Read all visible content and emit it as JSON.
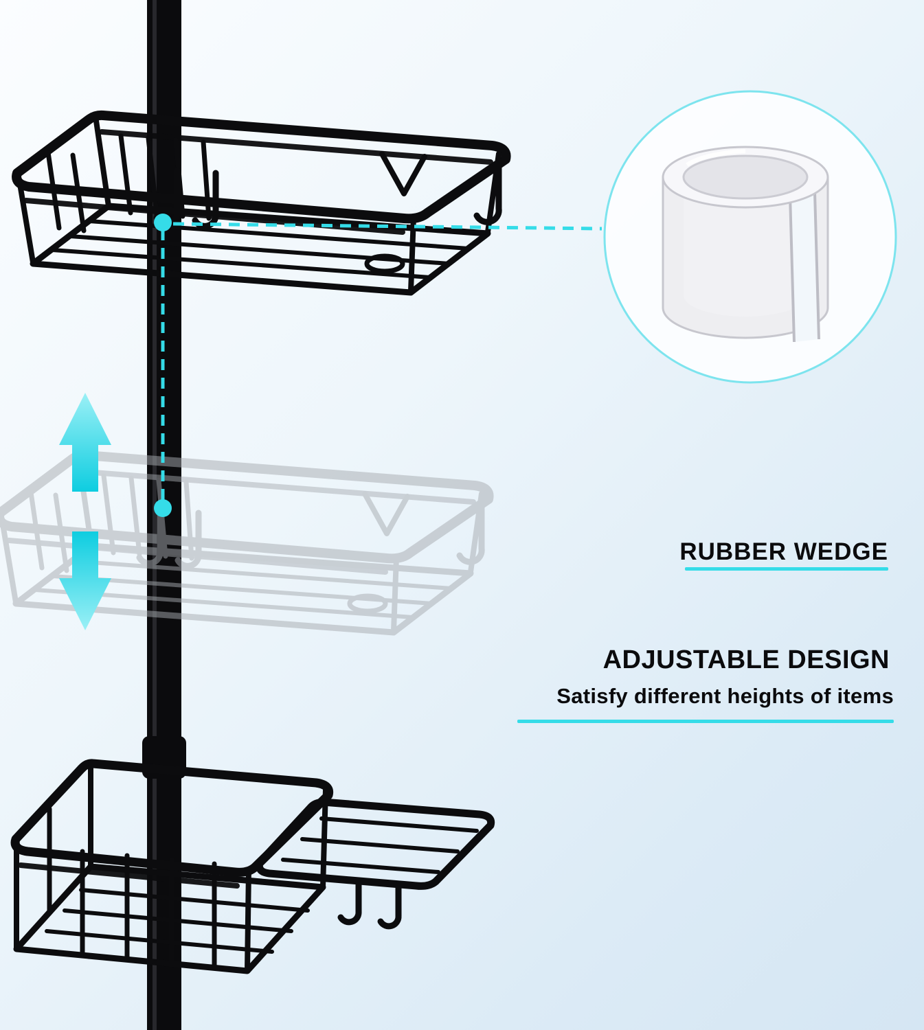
{
  "colors": {
    "accent": "#35dce8",
    "pole": "#0b0b0d",
    "basket": "#0c0c0e",
    "ghost_basket": "#a7abb0",
    "text": "#0b0b0d",
    "background_top": "#fbfdff",
    "background_bottom": "#d5e6f3"
  },
  "annotations": {
    "rubber_wedge_label": "RUBBER WEDGE",
    "adjustable_title": "ADJUSTABLE DESIGN",
    "adjustable_subtitle": "Satisfy different heights of items"
  },
  "illustration": {
    "pole": "tension-pole",
    "top_shelf": "wire-basket-shelf",
    "middle_shelf": "adjustable-ghost-shelf",
    "bottom_shelf": "corner-wire-basket-with-hooks",
    "callout": "rubber-wedge-cutaway",
    "arrows": "up-down-adjustment-arrows"
  }
}
